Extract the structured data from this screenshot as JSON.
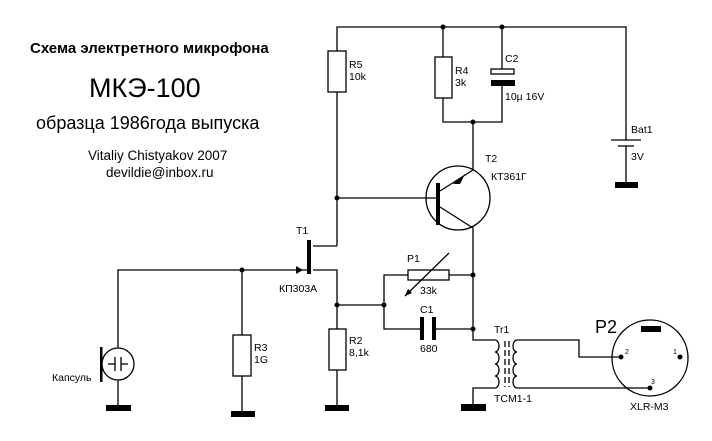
{
  "title": {
    "line1": "Схема электретного микрофона",
    "model": "МКЭ-100",
    "line3": "образца 1986года выпуска",
    "author": "Vitaliy Chistyakov 2007",
    "email": "devildie@inbox.ru"
  },
  "components": {
    "r5": {
      "ref": "R5",
      "value": "10k"
    },
    "r4": {
      "ref": "R4",
      "value": "3k"
    },
    "c2": {
      "ref": "C2",
      "value": "10µ 16V"
    },
    "bat1": {
      "ref": "Bat1",
      "value": "3V"
    },
    "t2": {
      "ref": "T2",
      "value": "КТ361Г"
    },
    "t1": {
      "ref": "T1",
      "value": "КП303А"
    },
    "r3": {
      "ref": "R3",
      "value": "1G"
    },
    "r2": {
      "ref": "R2",
      "value": "8,1k"
    },
    "p1": {
      "ref": "P1",
      "value": "33k"
    },
    "c1": {
      "ref": "C1",
      "value": "680"
    },
    "tr1": {
      "ref": "Tr1",
      "value": "TCM1-1"
    },
    "p2": {
      "ref": "P2",
      "value": "XLR-M3",
      "pins": [
        "1",
        "2",
        "3"
      ]
    },
    "mic": {
      "label": "Капсуль"
    }
  }
}
